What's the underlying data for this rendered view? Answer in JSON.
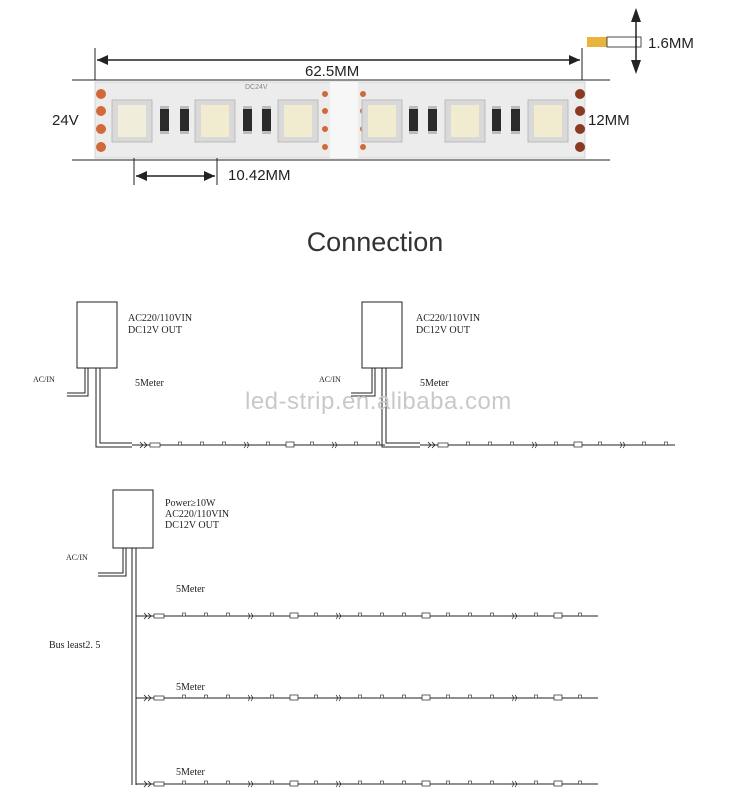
{
  "strip": {
    "length_label": "62.5MM",
    "thickness_label": "1.6MM",
    "width_label": "12MM",
    "voltage_label": "24V",
    "pitch_label": "10.42MM",
    "pcb_text": "DC24V"
  },
  "connection_title": "Connection",
  "watermark": "led-strip.en.alibaba.com",
  "diagram_top": {
    "ps1": {
      "line1": "AC220/110VIN",
      "line2": "DC12V OUT",
      "input": "AC/IN",
      "length": "5Meter"
    },
    "ps2": {
      "line1": "AC220/110VIN",
      "line2": "DC12V OUT",
      "input": "AC/IN",
      "length": "5Meter"
    }
  },
  "diagram_bottom": {
    "power": "Power≥10W",
    "line1": "AC220/110VIN",
    "line2": "DC12V OUT",
    "input": "AC/IN",
    "bus": "Bus least2. 5",
    "runs": [
      {
        "length": "5Meter"
      },
      {
        "length": "5Meter"
      },
      {
        "length": "5Meter"
      }
    ]
  },
  "colors": {
    "pad": "#d2693a",
    "pcb": "#ececec",
    "led_body": "#d8d8d8",
    "line": "#222222"
  }
}
